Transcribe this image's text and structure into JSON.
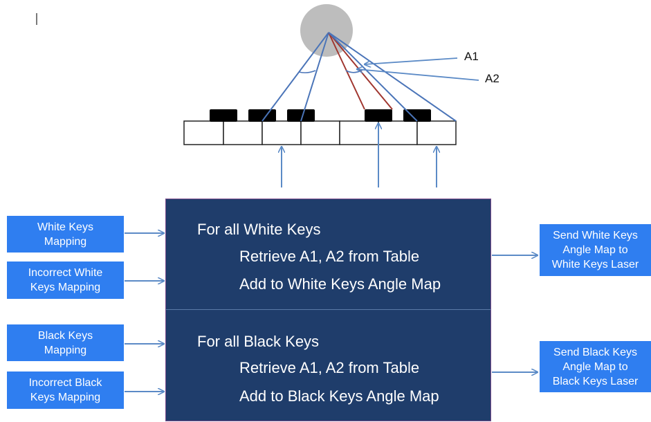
{
  "labels": {
    "a1": "A1",
    "a2": "A2"
  },
  "inputs": [
    "White Keys\nMapping",
    "Incorrect White\nKeys Mapping",
    "Black Keys\nMapping",
    "Incorrect Black\nKeys Mapping"
  ],
  "process": {
    "white": {
      "line1": "For all White Keys",
      "line2": "Retrieve A1, A2 from Table",
      "line3": "Add to White Keys Angle Map"
    },
    "black": {
      "line1": "For all Black Keys",
      "line2": "Retrieve A1, A2 from Table",
      "line3": "Add to Black Keys Angle Map"
    }
  },
  "outputs": [
    "Send White Keys\nAngle Map to\nWhite Keys Laser",
    "Send Black Keys\nAngle Map to\nBlack Keys Laser"
  ],
  "colors": {
    "input_fill": "#2f7ef0",
    "process_fill": "#1f3d6b",
    "arrow": "#5b8ac6",
    "beam_white": "#4a74b8",
    "beam_black": "#a0362f",
    "emitter": "#bdbdbd"
  }
}
